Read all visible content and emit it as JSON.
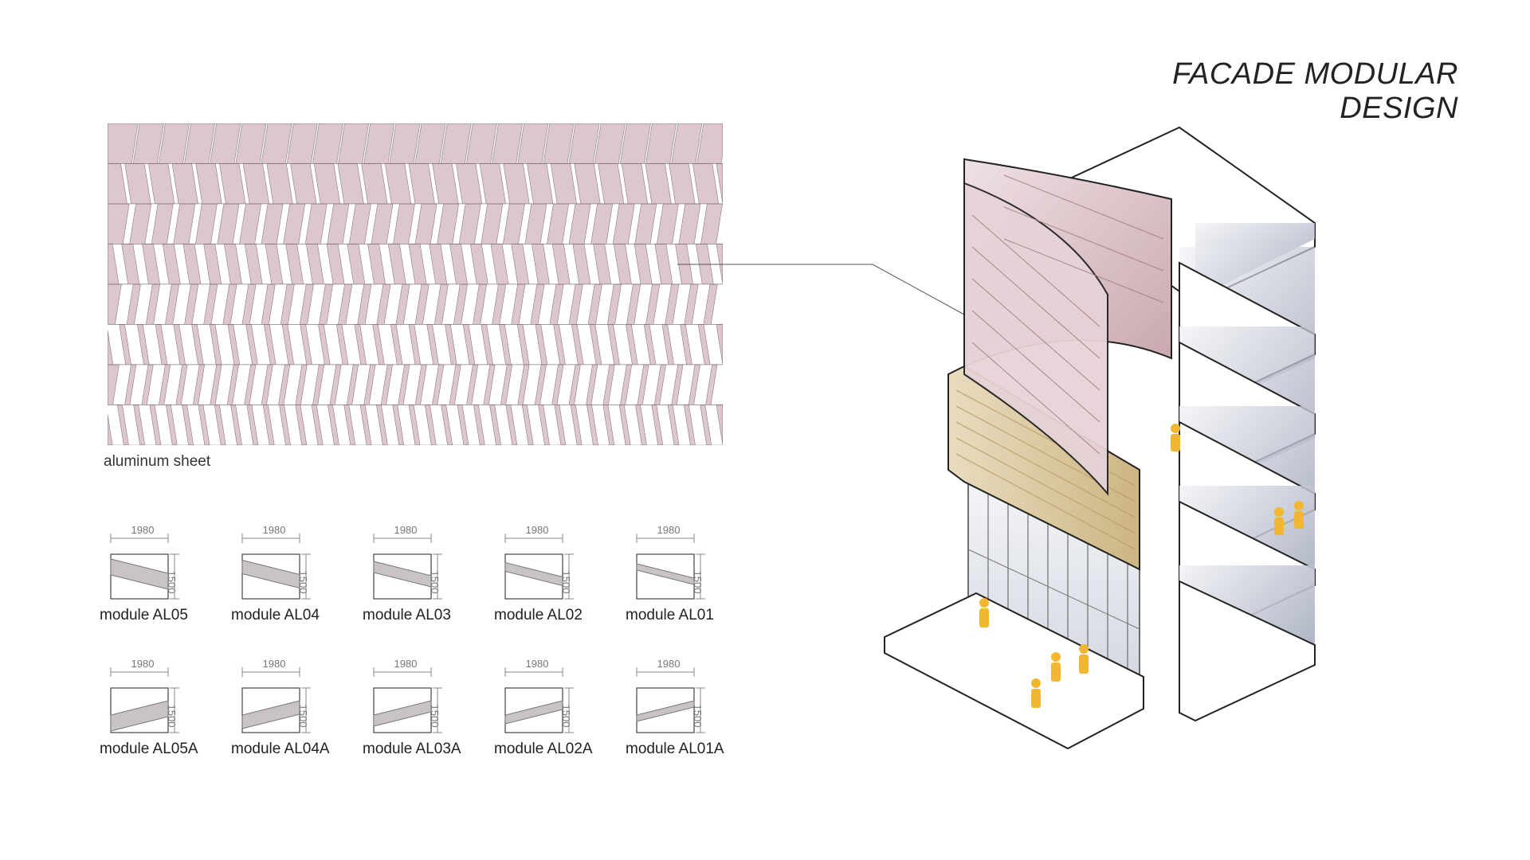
{
  "title": "FACADE MODULAR DESIGN",
  "pattern_caption": "aluminum sheet",
  "colors": {
    "panel": "#dcc8cc",
    "panel_edge": "#8c7a7e",
    "gap": "#ffffff",
    "wood": "#d9c79a",
    "person": "#f2b731",
    "slab": "#ffffff",
    "glass": "#e9ecf2",
    "shadow": "#8c93a8"
  },
  "modules": [
    {
      "label": "module AL05",
      "width": "1980",
      "height": "1500",
      "slant": 0.05
    },
    {
      "label": "module AL04",
      "width": "1980",
      "height": "1500",
      "slant": 0.04
    },
    {
      "label": "module AL03",
      "width": "1980",
      "height": "1500",
      "slant": 0.03
    },
    {
      "label": "module AL02",
      "width": "1980",
      "height": "1500",
      "slant": 0.02
    },
    {
      "label": "module AL01",
      "width": "1980",
      "height": "1500",
      "slant": 0.01
    },
    {
      "label": "module AL05A",
      "width": "1980",
      "height": "1500",
      "slant": 0.05
    },
    {
      "label": "module AL04A",
      "width": "1980",
      "height": "1500",
      "slant": 0.04
    },
    {
      "label": "module AL03A",
      "width": "1980",
      "height": "1500",
      "slant": 0.03
    },
    {
      "label": "module AL02A",
      "width": "1980",
      "height": "1500",
      "slant": 0.02
    },
    {
      "label": "module AL01A",
      "width": "1980",
      "height": "1500",
      "slant": 0.01
    }
  ]
}
